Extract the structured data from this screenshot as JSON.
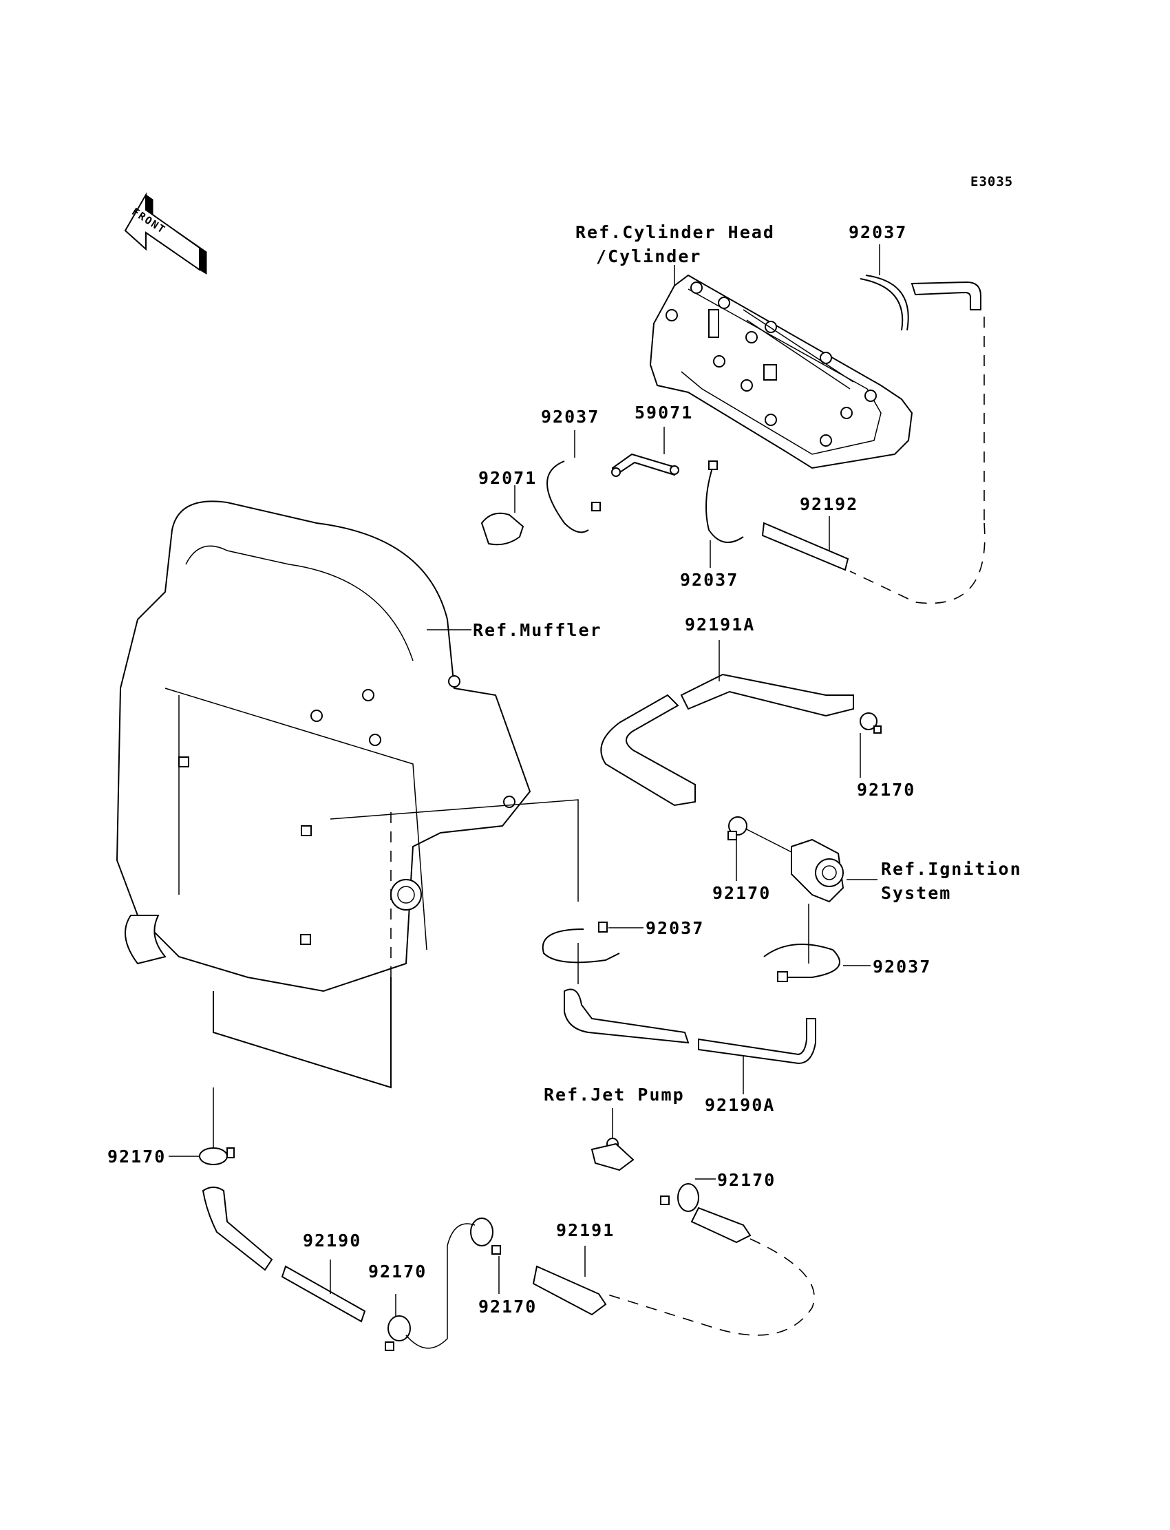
{
  "diagram": {
    "title_code": "E3035",
    "orientation_label": "FRONT",
    "references": {
      "cylinder_head_line1": "Ref.Cylinder Head",
      "cylinder_head_line2": "/Cylinder",
      "muffler": "Ref.Muffler",
      "ignition_line1": "Ref.Ignition",
      "ignition_line2": "System",
      "jet_pump": "Ref.Jet Pump"
    },
    "parts": [
      {
        "id": "p1",
        "number": "92037",
        "description": "band (top right)"
      },
      {
        "id": "p2",
        "number": "92037",
        "description": "band (upper left)"
      },
      {
        "id": "p3",
        "number": "59071",
        "description": "fitting"
      },
      {
        "id": "p4",
        "number": "92071",
        "description": "plug"
      },
      {
        "id": "p5",
        "number": "92192",
        "description": "hose"
      },
      {
        "id": "p6",
        "number": "92037",
        "description": "band (below fitting)"
      },
      {
        "id": "p7",
        "number": "92191A",
        "description": "hose"
      },
      {
        "id": "p8",
        "number": "92170",
        "description": "clamp (right)"
      },
      {
        "id": "p9",
        "number": "92170",
        "description": "clamp (near ignition)"
      },
      {
        "id": "p10",
        "number": "92037",
        "description": "band (middle)"
      },
      {
        "id": "p11",
        "number": "92037",
        "description": "band (under ignition)"
      },
      {
        "id": "p12",
        "number": "92190A",
        "description": "hose"
      },
      {
        "id": "p13",
        "number": "92170",
        "description": "clamp (jet pump)"
      },
      {
        "id": "p14",
        "number": "92170",
        "description": "clamp (lower left)"
      },
      {
        "id": "p15",
        "number": "92190",
        "description": "hose (lower)"
      },
      {
        "id": "p16",
        "number": "92170",
        "description": "clamp (lower middle)"
      },
      {
        "id": "p17",
        "number": "92170",
        "description": "clamp (lower middle 2)"
      },
      {
        "id": "p18",
        "number": "92191",
        "description": "hose (lower right)"
      }
    ]
  }
}
